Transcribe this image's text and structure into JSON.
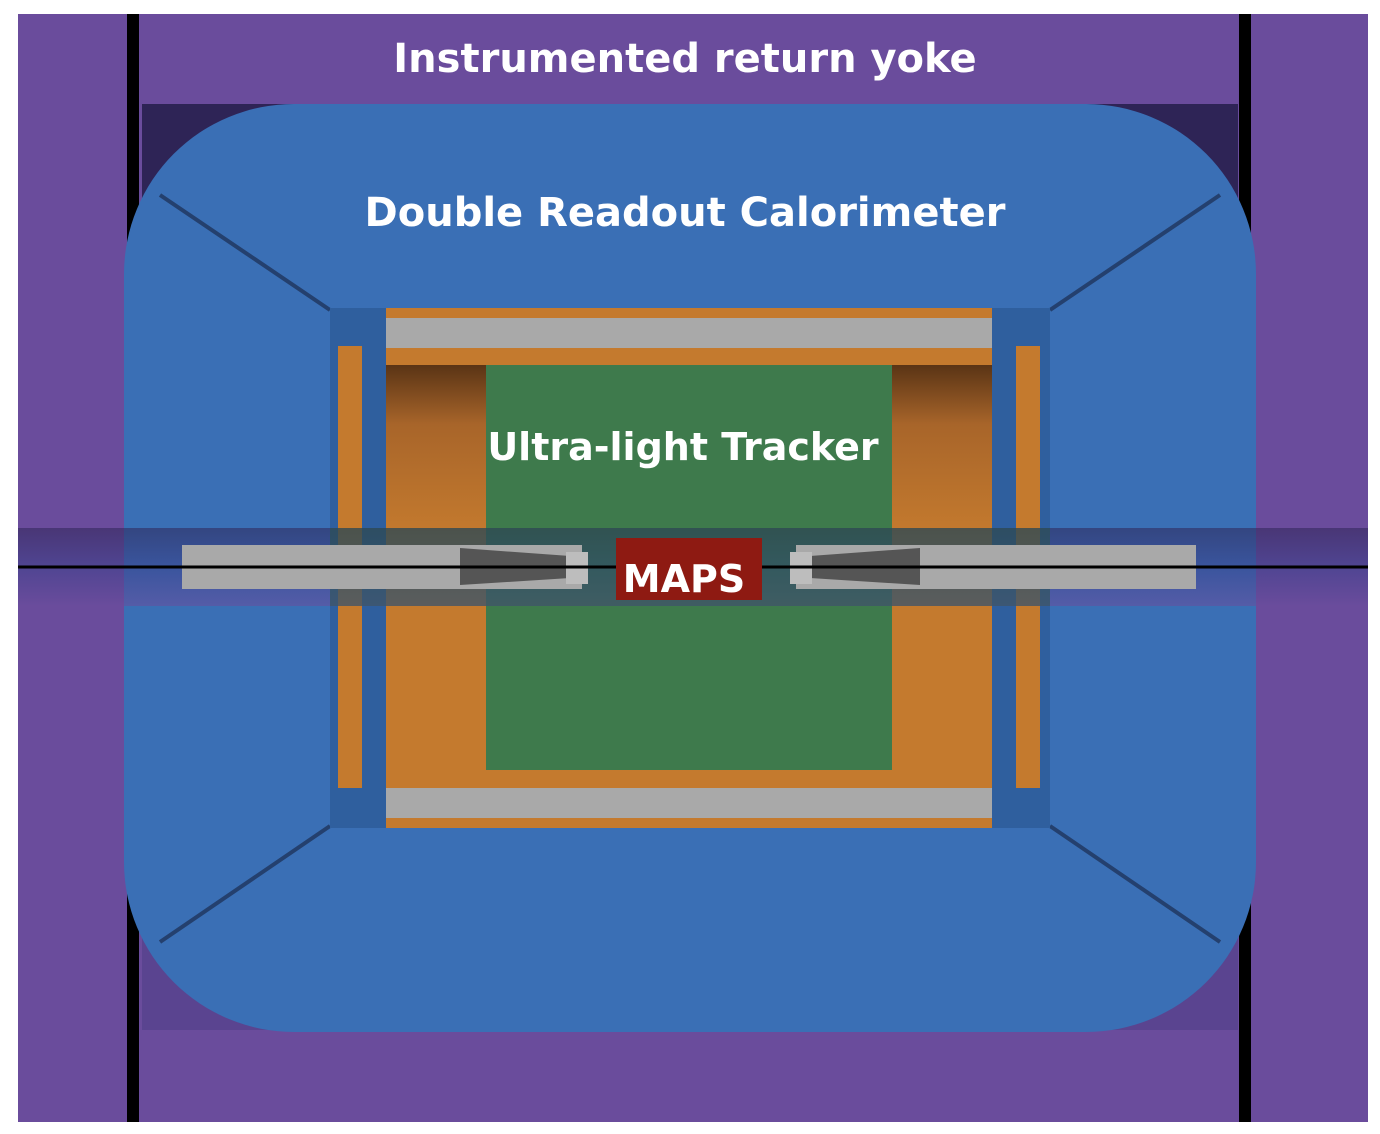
{
  "labels": {
    "yoke": "Instrumented return yoke",
    "calorimeter": "Double Readout Calorimeter",
    "tracker": "Ultra-light Tracker",
    "maps": "MAPS"
  },
  "colors": {
    "yoke": "#6a4c9c",
    "yoke_dark": "#2e2456",
    "calorimeter": "#3a6fb5",
    "calorimeter_edge": "#2f5f9e",
    "calorimeter_gap": "#345a95",
    "tracker": "#3e7a4c",
    "copper": "#c47a2e",
    "copper_dark": "#5a3415",
    "gray": "#a9a9a9",
    "maps": "#8e1a12",
    "black": "#000000",
    "text": "#ffffff"
  }
}
